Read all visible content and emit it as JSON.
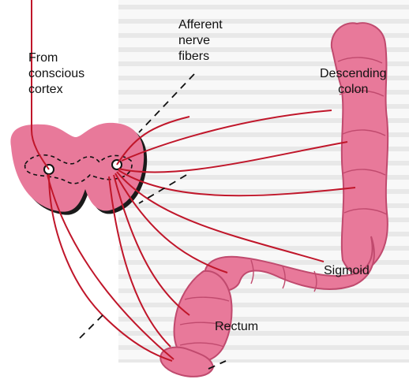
{
  "labels": {
    "from_cortex": [
      "From",
      "conscious",
      "cortex"
    ],
    "afferent": [
      "Afferent",
      "nerve",
      "fibers"
    ],
    "descending_colon": [
      "Descending",
      "colon"
    ],
    "sigmoid": "Sigmoid",
    "rectum": "Rectum"
  },
  "colors": {
    "tissue_pink": "#e8799a",
    "tissue_dark": "#c04a6e",
    "nerve_red": "#c0162a",
    "ink": "#111111",
    "page_texture": "#dcdcdc"
  }
}
